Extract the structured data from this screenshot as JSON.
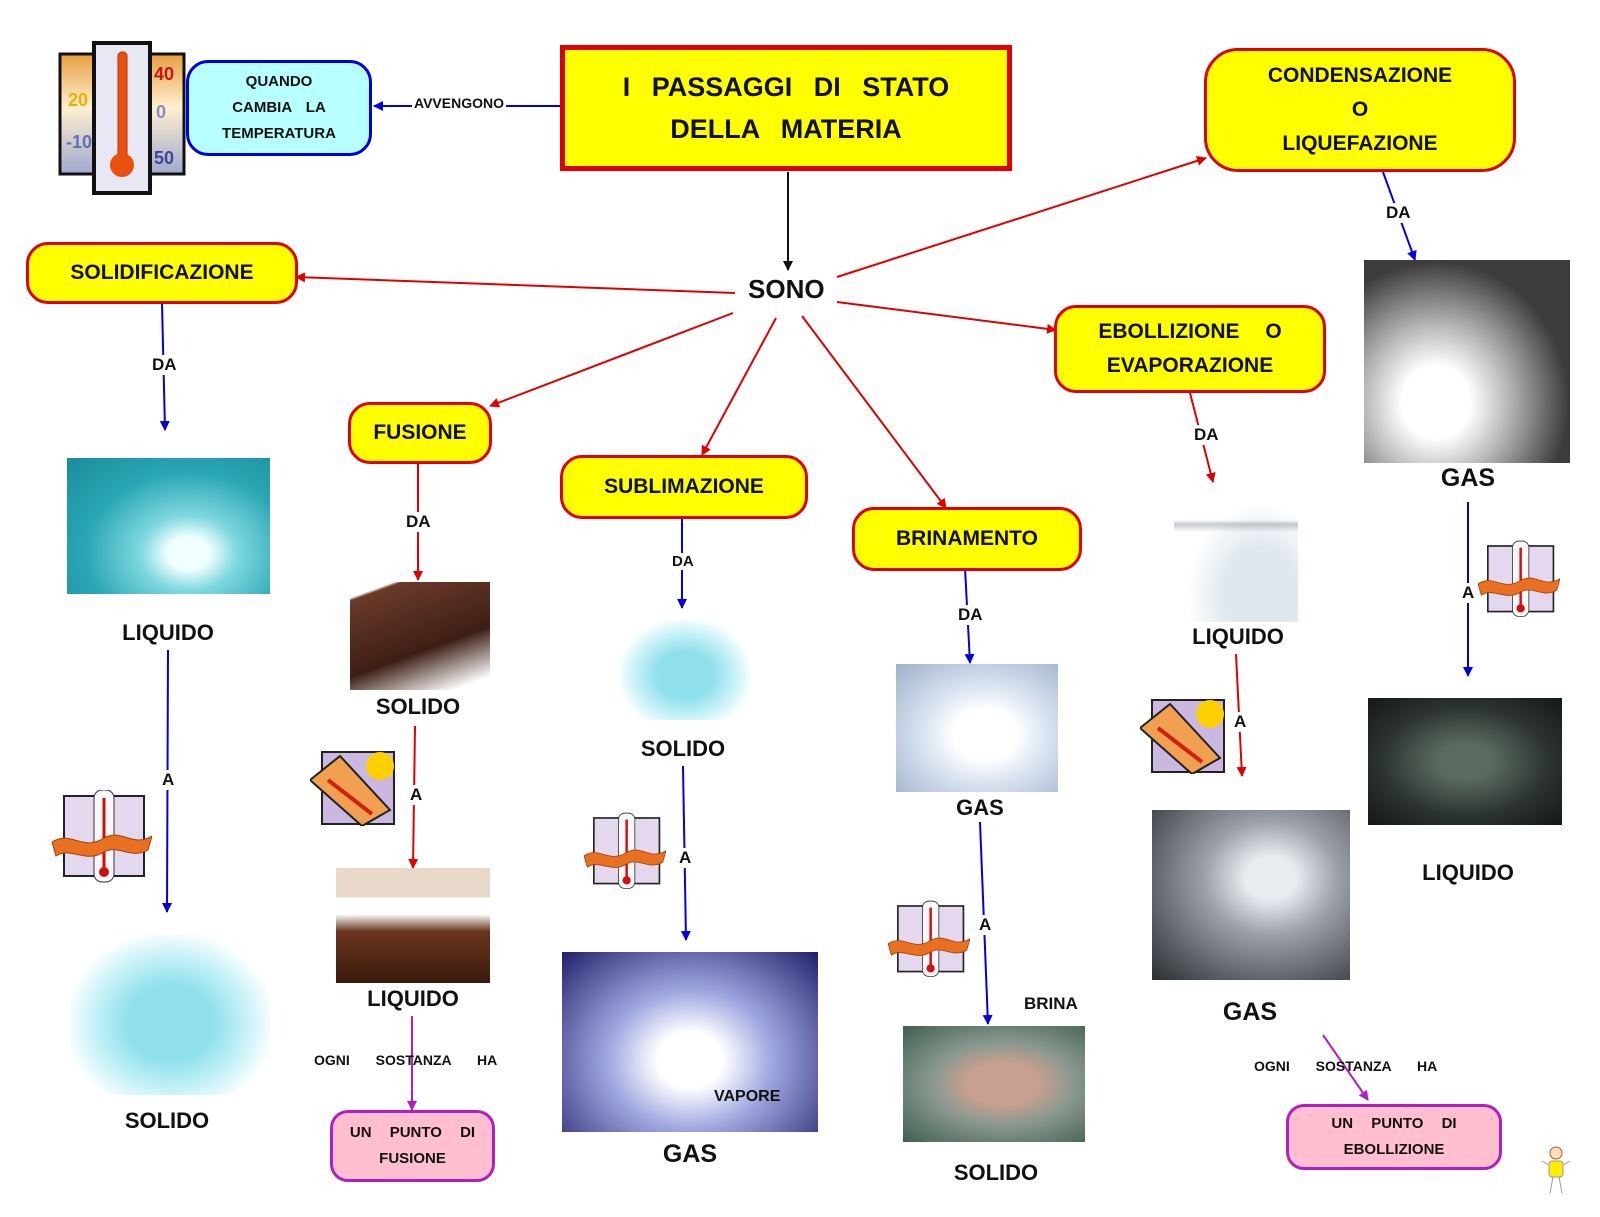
{
  "title": {
    "line1": "I PASSAGGI DI STATO",
    "line2": "DELLA MATERIA"
  },
  "when_link": "AVVENGONO",
  "when_box": {
    "line1": "QUANDO",
    "line2": "CAMBIA LA",
    "line3": "TEMPERATURA"
  },
  "center": "SONO",
  "link_from": "DA",
  "link_to": "A",
  "processes": {
    "solidificazione": {
      "name": "SOLIDIFICAZIONE",
      "from": "LIQUIDO",
      "to": "SOLIDO",
      "from_image": "water-splash-image",
      "to_image": "ice-cubes-image",
      "temp_icon": "cold-thermometer-icon"
    },
    "fusione": {
      "name": "FUSIONE",
      "from": "SOLIDO",
      "to": "LIQUIDO",
      "from_image": "chocolate-bar-image",
      "to_image": "melted-chocolate-image",
      "temp_icon": "hot-thermometer-icon",
      "note_link": "OGNI SOSTANZA HA",
      "note": {
        "line1": "UN PUNTO DI",
        "line2": "FUSIONE"
      }
    },
    "sublimazione": {
      "name": "SUBLIMAZIONE",
      "from": "SOLIDO",
      "to": "GAS",
      "from_image": "ice-cubes-image",
      "to_image": "dry-ice-image",
      "to_image_caption": "VAPORE",
      "temp_icon": "cold-thermometer-icon"
    },
    "brinamento": {
      "name": "BRINAMENTO",
      "from": "GAS",
      "to": "SOLIDO",
      "from_image": "clouds-image",
      "to_image": "frosted-leaf-image",
      "to_image_caption": "BRINA",
      "temp_icon": "cold-thermometer-icon"
    },
    "ebollizione": {
      "name_line1": "EBOLLIZIONE O",
      "name_line2": "EVAPORAZIONE",
      "from": "LIQUIDO",
      "to": "GAS",
      "from_image": "faucet-glass-image",
      "to_image": "boiling-pot-image",
      "temp_icon": "hot-thermometer-icon",
      "note_link": "OGNI SOSTANZA HA",
      "note": {
        "line1": "UN PUNTO DI",
        "line2": "EBOLLIZIONE"
      }
    },
    "condensazione": {
      "name_line1": "CONDENSAZIONE",
      "name_line2": "O",
      "name_line3": "LIQUEFAZIONE",
      "from": "GAS",
      "to": "LIQUIDO",
      "from_image": "steam-image",
      "to_image": "water-drops-image",
      "temp_icon": "cold-thermometer-icon"
    }
  },
  "colors": {
    "node_fill": "#ffff00",
    "node_border": "#e00000",
    "warming_arrow": "#e00000",
    "cooling_arrow": "#0000e0",
    "note_fill": "#ffbfd0",
    "note_border": "#b020c0",
    "info_fill": "#b8ffff"
  }
}
